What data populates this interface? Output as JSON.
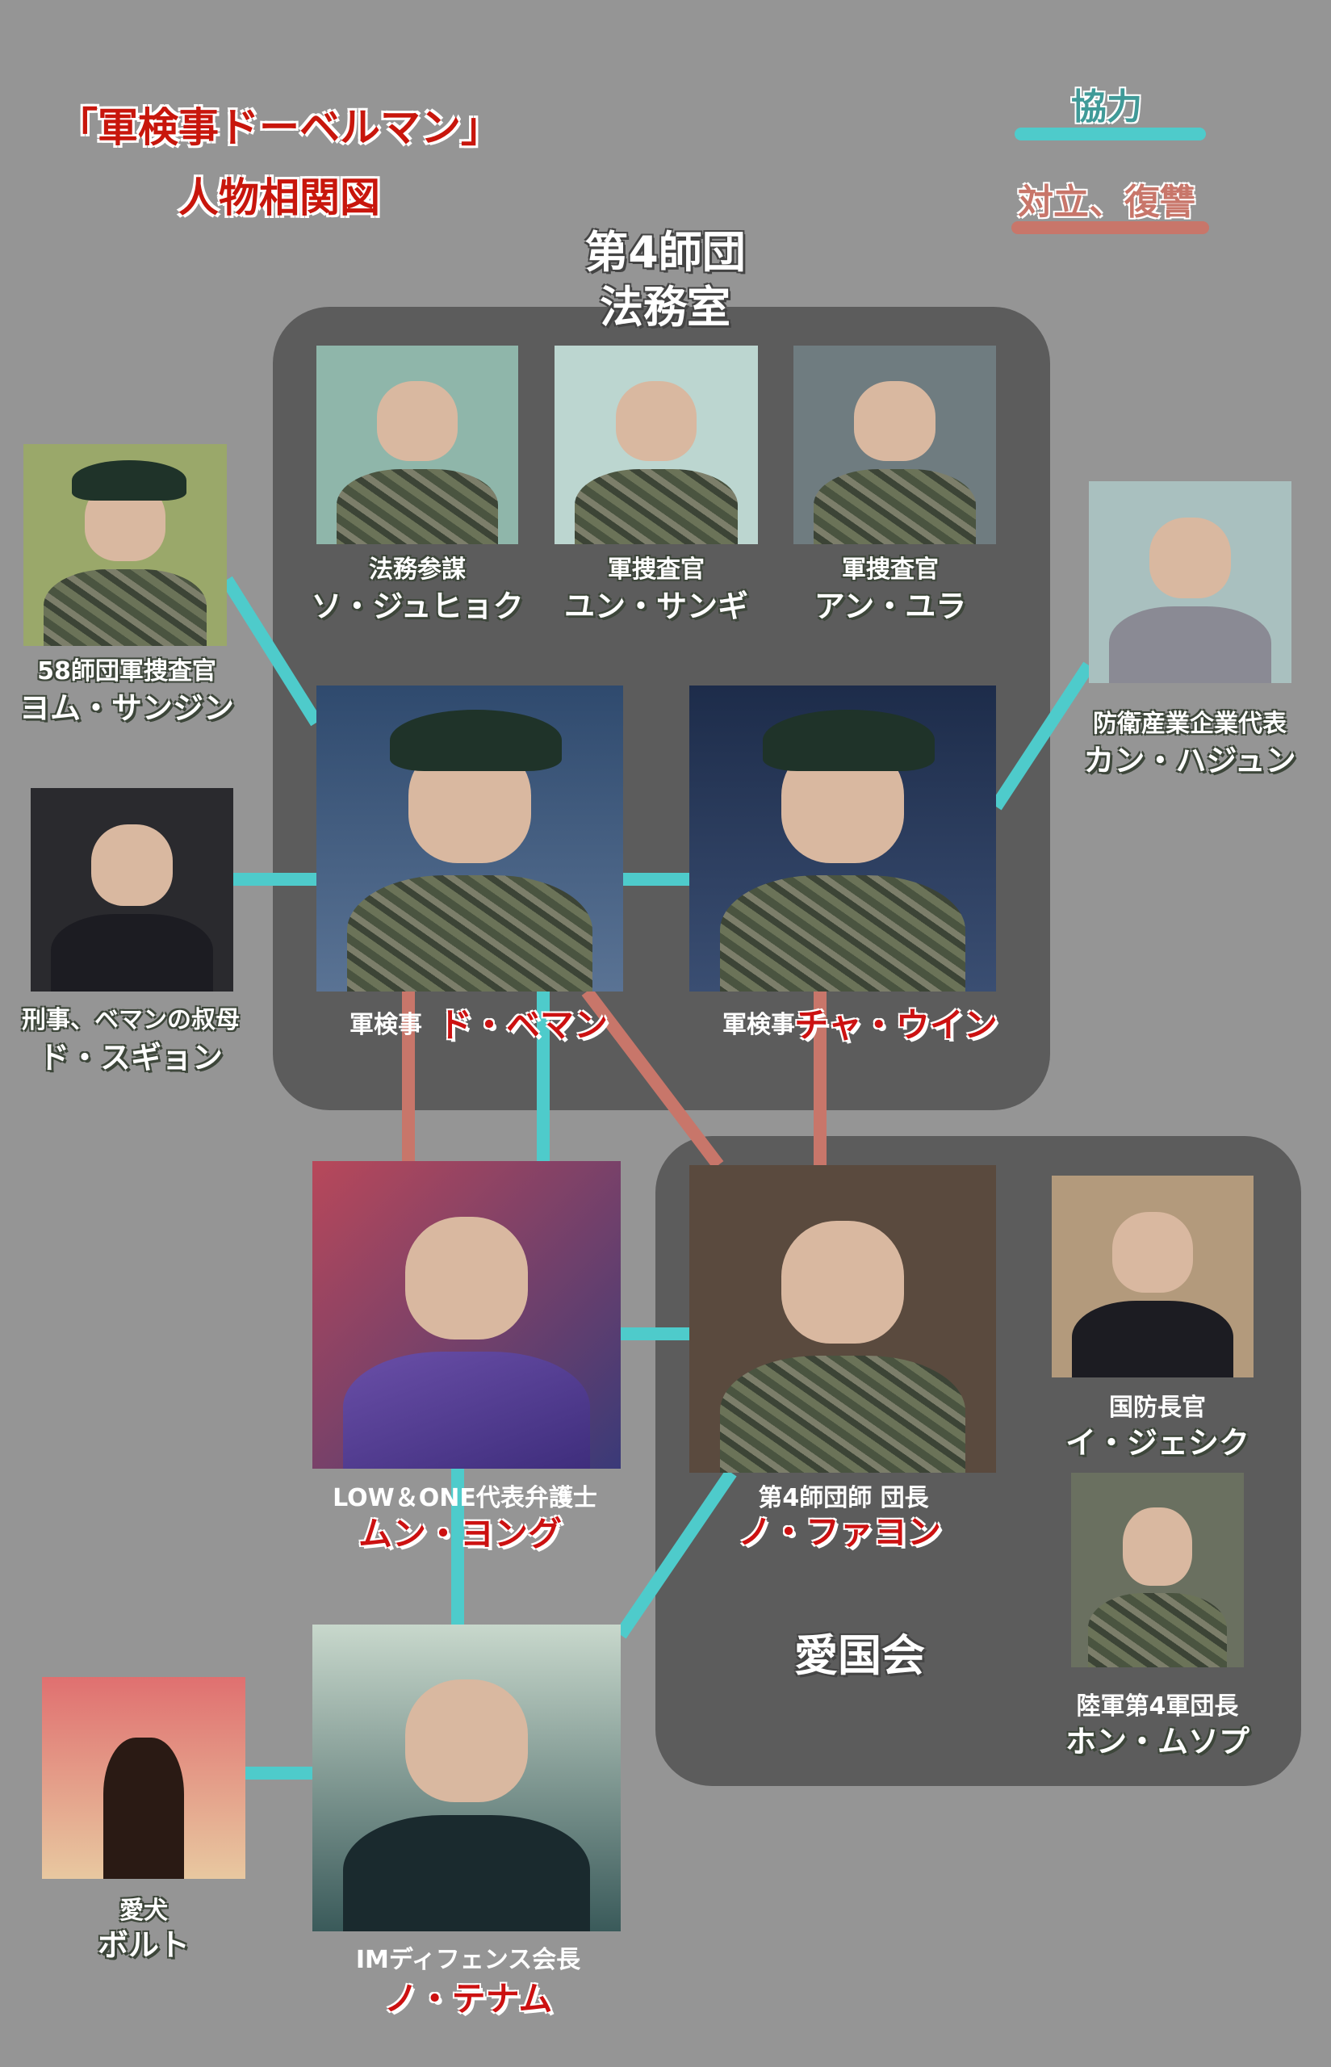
{
  "title": {
    "line1": "「軍検事ドーベルマン」",
    "line2": "人物相関図"
  },
  "legend": {
    "cooperation": {
      "label": "協力",
      "color": "#4ecbcb"
    },
    "conflict": {
      "label": "対立、復讐",
      "color": "#c8766a"
    }
  },
  "groups": {
    "legal_office": {
      "line1": "第4師団",
      "line2": "法務室"
    },
    "patriot_society": {
      "label": "愛国会"
    }
  },
  "characters": [
    {
      "role": "法務参謀",
      "name": "ソ・ジュヒョク"
    },
    {
      "role": "軍捜査官",
      "name": "ユン・サンギ"
    },
    {
      "role": "軍捜査官",
      "name": "アン・ユラ"
    },
    {
      "role": "58師団軍捜査官",
      "name": "ヨム・サンジン"
    },
    {
      "role": "防衛産業企業代表",
      "name": "カン・ハジュン"
    },
    {
      "role": "刑事、ベマンの叔母",
      "name": "ド・スギョン"
    },
    {
      "role": "軍検事",
      "name": "ド・ベマン"
    },
    {
      "role": "軍検事",
      "name": "チャ・ウイン"
    },
    {
      "role": "LOW＆ONE代表弁護士",
      "name": "ムン・ヨング"
    },
    {
      "role": "第4師団師 団長",
      "name": "ノ・ファヨン"
    },
    {
      "role": "国防長官",
      "name": "イ・ジェシク"
    },
    {
      "role": "陸軍第4軍団長",
      "name": "ホン・ムソプ"
    },
    {
      "role": "IMディフェンス会長",
      "name": "ノ・テナム"
    },
    {
      "role": "愛犬",
      "name": "ボルト"
    }
  ],
  "relations": [
    {
      "from": "ヨム・サンジン",
      "to": "ド・ベマン",
      "type": "cooperation"
    },
    {
      "from": "ド・スギョン",
      "to": "ド・ベマン",
      "type": "cooperation"
    },
    {
      "from": "ド・ベマン",
      "to": "チャ・ウイン",
      "type": "cooperation"
    },
    {
      "from": "カン・ハジュン",
      "to": "チャ・ウイン",
      "type": "cooperation"
    },
    {
      "from": "ド・ベマン",
      "to": "ムン・ヨング",
      "type": "conflict"
    },
    {
      "from": "ド・ベマン",
      "to": "ムン・ヨング",
      "type": "cooperation"
    },
    {
      "from": "ド・ベマン",
      "to": "ノ・ファヨン",
      "type": "conflict"
    },
    {
      "from": "チャ・ウイン",
      "to": "ノ・ファヨン",
      "type": "conflict"
    },
    {
      "from": "ムン・ヨング",
      "to": "ノ・ファヨン",
      "type": "cooperation"
    },
    {
      "from": "ムン・ヨング",
      "to": "ノ・テナム",
      "type": "cooperation"
    },
    {
      "from": "ノ・ファヨン",
      "to": "ノ・テナム",
      "type": "cooperation"
    },
    {
      "from": "ボルト",
      "to": "ノ・テナム",
      "type": "cooperation"
    }
  ]
}
